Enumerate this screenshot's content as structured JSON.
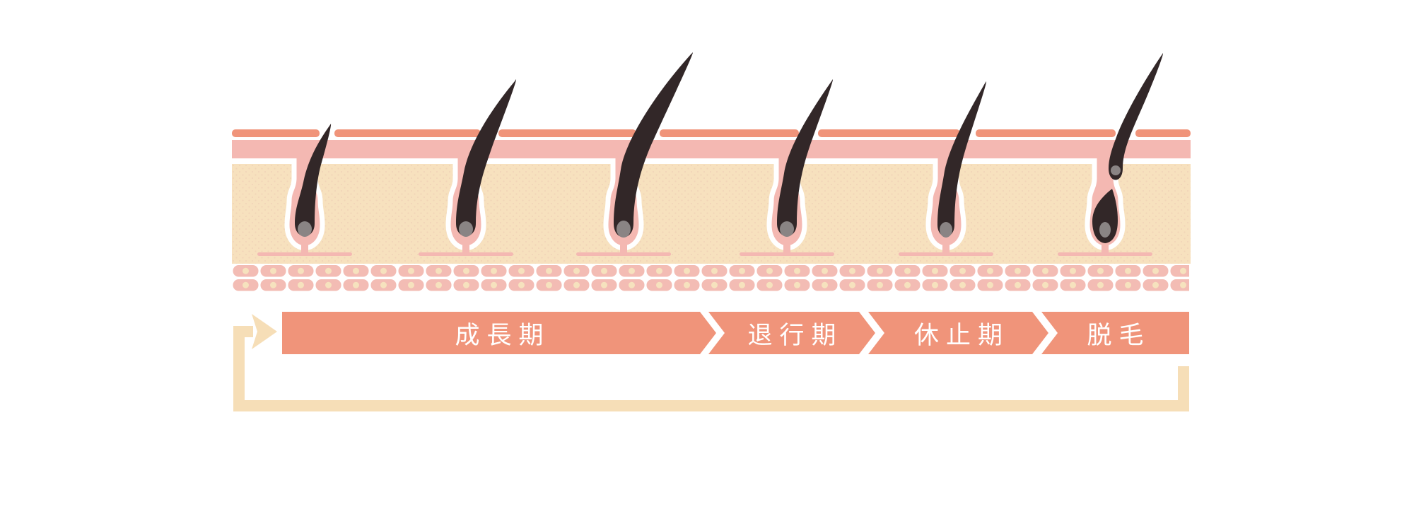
{
  "page": {
    "background": "#FFFFFF"
  },
  "cycle": {
    "phases": [
      {
        "label": "成長期"
      },
      {
        "label": "退行期"
      },
      {
        "label": "休止期"
      },
      {
        "label": "脱毛"
      }
    ]
  },
  "illustration": {
    "hair_count": 6,
    "fat_cell_rows": 2,
    "last_hair_detached": true
  },
  "colors": {
    "salmon": "#F0947A",
    "pink": "#F4B8B2",
    "dermis_cream": "#F7E1BE",
    "dermis_dot": "#ECC9B3",
    "fat_cell": "#F3BCB4",
    "fat_cell_center": "#F6E2BE",
    "loop_beige": "#F6DEB7",
    "hair_dark": "#322728",
    "papilla_gray": "#8A8484",
    "outline_white": "#FFFFFF",
    "label_text": "#FFFFFF"
  }
}
